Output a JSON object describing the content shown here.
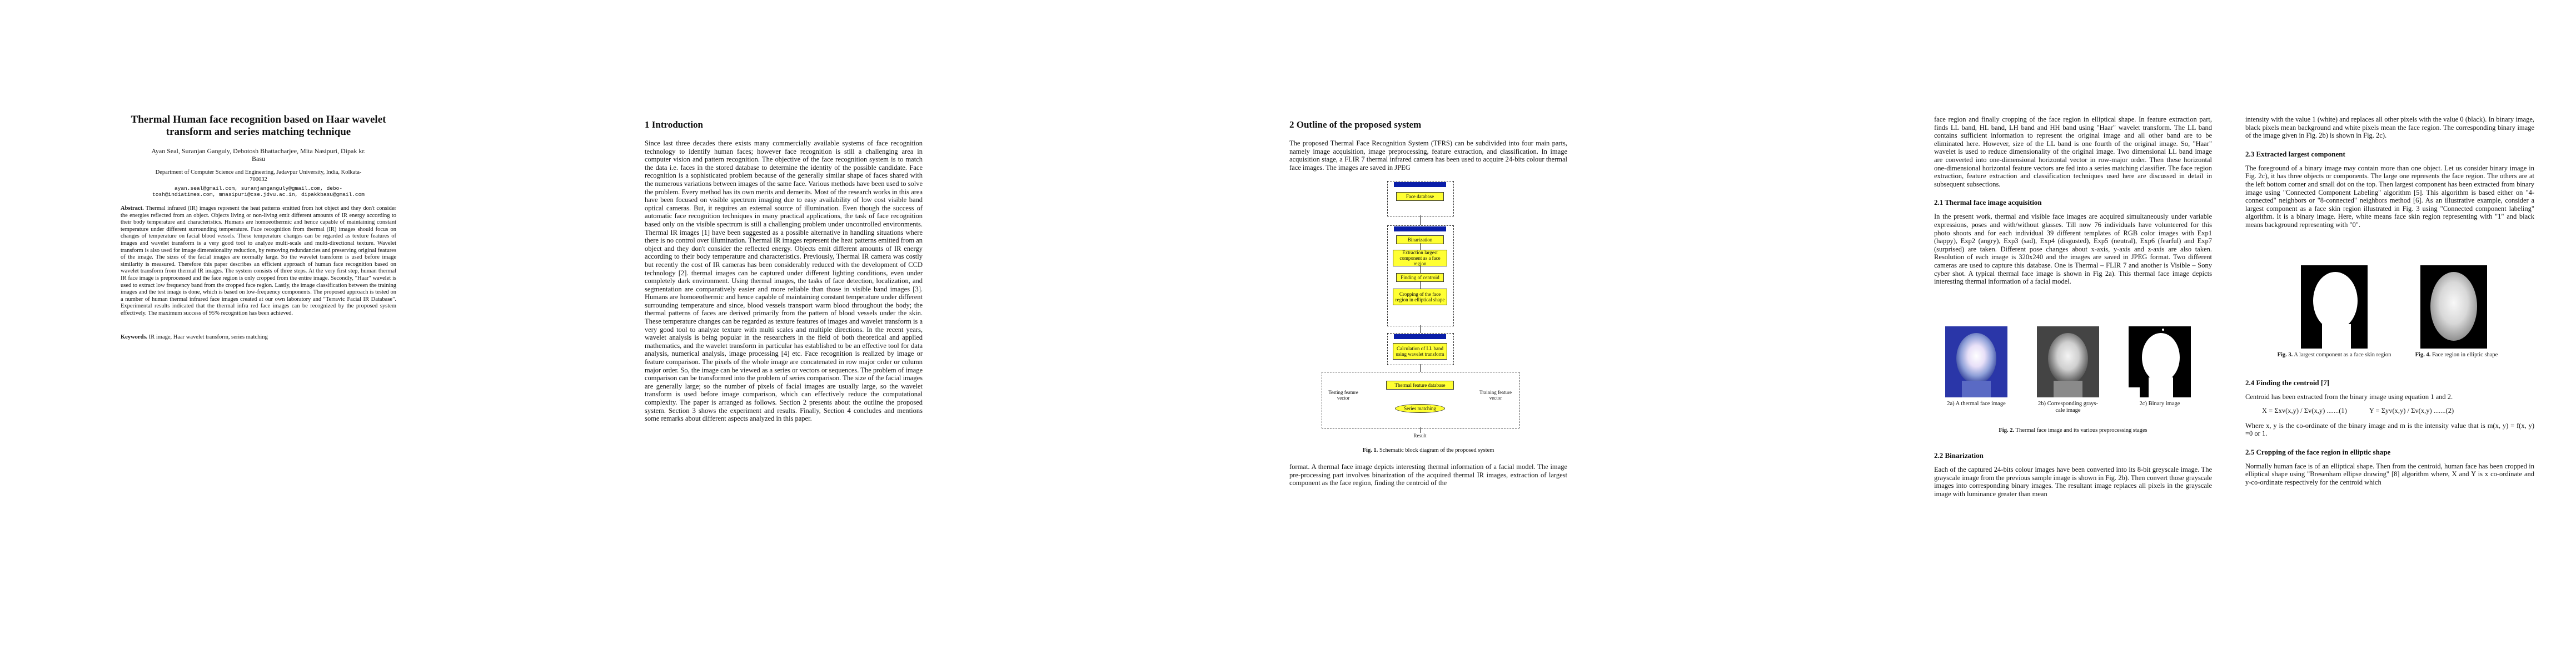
{
  "page1": {
    "title_line1": "Thermal Human face recognition based on Haar wavelet",
    "title_line2": "transform and series matching technique",
    "authors_line1": "Ayan Seal, Suranjan Ganguly, Debotosh Bhattacharjee, Mita Nasipuri, Dipak kr.",
    "authors_line2": "Basu",
    "affil_line1": "Department of Computer Science and Engineering, Jadavpur University, India, Kolkata-",
    "affil_line2": "700032",
    "email_line1": "ayan.seal@gmail.com, suranjanganguly@gmail.com, debo-",
    "email_line2": "tosh@indiatimes.com, mnasipuri@cse.jdvu.ac.in, dipakkbasu@gmail.com",
    "abstract_label": "Abstract.",
    "abstract_text": "Thermal infrared (IR) images represent the heat patterns emitted from hot object and they don't consider the energies reflected from an object. Objects living or non-living emit different amounts of IR energy according to their body temperature and characteristics. Humans are homoeothermic and hence capable of maintaining constant temperature under different surrounding temperature. Face recognition from thermal (IR) images should focus on changes of temperature on facial blood vessels. These temperature changes can be regarded as texture features of images and wavelet transform is a very good tool to analyze multi-scale and multi-directional texture. Wavelet transform is also used for image dimensionality reduction, by removing redundancies and preserving original features of the image. The sizes of the facial images are normally large. So the wavelet transform is used before image similarity is measured. Therefore this paper describes an efficient approach of human face recognition based on wavelet transform from thermal IR images. The system consists of three steps. At the very first step, human thermal IR face image is preprocessed and the face region is only cropped from the entire image. Secondly, \"Haar\" wavelet is used to extract low frequency band from the cropped face region. Lastly, the image classification between the training images and the test image is done, which is based on low-frequency components. The proposed approach is tested on a number of human thermal infrared face images created at our own laboratory and \"Terravic Facial IR Database\". Experimental results indicated that the thermal infra red face images can be recognized by the proposed system effectively. The maximum success of 95% recognition has been achieved.",
    "keywords_label": "Keywords.",
    "keywords_text": "IR image, Haar wavelet transform, series matching"
  },
  "page2": {
    "section_heading": "1   Introduction",
    "para1": "Since last three decades there exists many commercially available systems of face recognition technology to identify human faces; however face recognition is still a challenging area in computer vision and pattern recognition. The objective of the face recognition system is to match the data i.e. faces in the stored database to determine the identity of the possible candidate. Face recognition is a sophisticated problem because of the generally similar shape of faces shared with the numerous variations between images of the same face. Various methods have been used to solve the problem. Every method has its own merits and demerits. Most of the research works in this area have been focused on visible spectrum imaging due to easy availability of low cost visible band optical cameras. But, it requires an external source of illumination. Even though the success of automatic face recognition techniques in many practical applications, the task of face recognition based only on the visible spectrum is still a challenging problem under uncontrolled environments. Thermal IR images [1] have been suggested as a possible alternative in handling situations where there is no control over illumination. Thermal IR images represent the heat patterns emitted from an object and they don't consider the reflected energy. Objects emit different amounts of IR energy according to their body temperature and characteristics. Previously, Thermal IR camera was costly but recently the cost of IR cameras has been considerably reduced with the development of CCD technology [2]. thermal images can be captured under different lighting conditions, even under completely dark environment. Using thermal images, the tasks of face detection, localization, and segmentation are comparatively easier and more reliable than those in visible band images [3]. Humans are homoeothermic and hence capable of maintaining constant temperature under different surrounding temperature and since, blood vessels transport warm blood throughout the body; the thermal patterns of faces are derived primarily from the pattern of blood vessels under the skin. These temperature changes can be regarded as texture features of images and wavelet transform is a very good tool to analyze texture with multi scales and multiple directions. In the recent years, wavelet analysis is being popular in the researchers in the field of both theoretical and applied mathematics, and the wavelet transform in particular has established to be an effective tool for data analysis, numerical analysis, image processing [4] etc. Face recognition is realized by image or feature comparison. The pixels of the whole image are concatenated in row major order or column major order. So, the image can be viewed as a series or vectors or sequences. The problem of image comparison can be transformed into the problem of series comparison. The size of the facial images are generally large; so the number of pixels of facial images are usually large, so the wavelet transform is used before image comparison, which can effectively reduce the computational complexity. The paper is arranged as follows. Section 2 presents about the outline the proposed system. Section 3 shows the experiment and results. Finally, Section 4 concludes and mentions some remarks about different aspects analyzed in this paper."
  },
  "page3": {
    "section_heading": "2   Outline of the proposed system",
    "para1": "The proposed Thermal Face Recognition System (TFRS) can be subdivided into four main parts, namely image acquisition, image preprocessing, feature extraction, and classification. In image acquisition stage, a FLIR 7 thermal infrared camera has been used to acquire 24-bits colour thermal face images. The images are saved in JPEG",
    "diagram": {
      "face_database": "Face database",
      "binarization": "Binarization",
      "largest_component": "Extraction largest component as a face region",
      "finding_centroid": "Finding of centroid",
      "cropping": "Cropping of the face region in elliptical shape",
      "ll_band": "Calculation of LL band using wavelet transform",
      "training_db": "Thermal feature database",
      "series_matching": "Series matching",
      "testing_vector": "Testing feature vector",
      "training_vector": "Training feature vector",
      "result": "Result"
    },
    "fig1_label": "Fig. 1.",
    "fig1_caption": "Schematic block diagram of the proposed system",
    "para2": "format. A thermal face image depicts interesting thermal information of a facial model. The image pre-processing part involves binarization of the acquired thermal IR images, extraction of largest component as the face region, finding the centroid of the"
  },
  "page4": {
    "colA_para1": "face region and finally cropping of the face region in elliptical shape. In feature extraction part, finds LL band, HL band, LH band and HH band using \"Haar\" wavelet transform. The LL band contains sufficient information to represent the original image and all other band are to be eliminated here. However, size of the LL band is one fourth of the original image. So, \"Haar\" wavelet is used to reduce dimensionality of the original image. Two dimensional LL band image are converted into one-dimensional horizontal vector in row-major order. Then these horizontal one-dimensional horizontal feature vectors are fed into a series matching classifier. The face region extraction, feature extraction and classification techniques used here are discussed in detail in subsequent subsections.",
    "sub_2_1": "2.1   Thermal face image acquisition",
    "colA_para2": "In the present work, thermal and visible face images are acquired simultaneously under variable expressions, poses and with/without glasses. Till now 76 individuals have volunteered for this photo shoots and for each individual 39 different templates of RGB color images with Exp1 (happy), Exp2 (angry), Exp3 (sad), Exp4 (disgusted), Exp5 (neutral), Exp6 (fearful) and Exp7 (surprised) are taken. Different pose changes about x-axis, y-axis and z-axis are also taken. Resolution of each image is 320x240 and the images are saved in JPEG format. Two different cameras are used to capture this database. One is Thermal – FLIR 7 and another is Visible – Sony cyber shot. A typical thermal face image is shown in Fig 2a). This thermal face image depicts interesting thermal information of a facial model.",
    "fig2a": "2a) A thermal face image",
    "fig2b_line1": "2b) Corresponding grays-",
    "fig2b_line2": "cale image",
    "fig2c": "2c) Binary image",
    "fig2_label": "Fig. 2.",
    "fig2_caption": "Thermal face image and its various preprocessing stages",
    "sub_2_2": "2.2   Binarization",
    "colA_para3": "Each of the captured 24-bits colour images have been converted into its 8-bit greyscale image. The grayscale image from the previous sample image is shown in Fig. 2b). Then convert those grayscale images into corresponding binary images. The resultant image replaces all pixels in the grayscale image with luminance greater than mean",
    "colB_para1": "intensity with the value 1 (white) and replaces all other pixels with the value 0 (black). In binary image, black pixels mean background and white pixels mean the face region. The corresponding binary image of the image given in Fig. 2b) is shown in Fig. 2c).",
    "sub_2_3": "2.3   Extracted largest component",
    "colB_para2": "The foreground of a binary image may contain more than one object. Let us consider binary image in Fig. 2c), it has three objects or components. The large one represents the face region. The others are at the left bottom corner and small dot on the top. Then largest component has been extracted from binary image using \"Connected Component Labeling\" algorithm [5]. This algorithm is based either on \"4-connected\" neighbors or \"8-connected\" neighbors method [6]. As an illustrative example, consider a largest component as a face skin region illustrated in Fig. 3 using \"Connected component labeling\" algorithm. It is a binary image. Here, white means face skin region representing with \"1\" and black means background representing with \"0\".",
    "fig3_label": "Fig. 3.",
    "fig3_caption": "A largest component as a face skin region",
    "fig4_label": "Fig. 4.",
    "fig4_caption": "Face region in elliptic shape",
    "sub_2_4": "2.4   Finding the centroid [7]",
    "colB_para3": "Centroid has been extracted from the binary image using equation 1 and 2.",
    "eq1": "X = Σxv(x,y) / Σv(x,y) .......(1)",
    "eq2": "Y = Σyv(x,y) / Σv(x,y) .......(2)",
    "colB_para4": "Where x, y is the co-ordinate of the binary image and m is the intensity value that is m(x, y) = f(x, y) =0 or 1.",
    "sub_2_5": "2.5   Cropping of the face region in elliptic shape",
    "colB_para5": "Normally human face is of an elliptical shape. Then from the centroid, human face has been cropped in elliptical shape using \"Bresenham ellipse drawing\" [8] algorithm where, X and Y is x co-ordinate and y-co-ordinate respectively for the centroid which"
  }
}
